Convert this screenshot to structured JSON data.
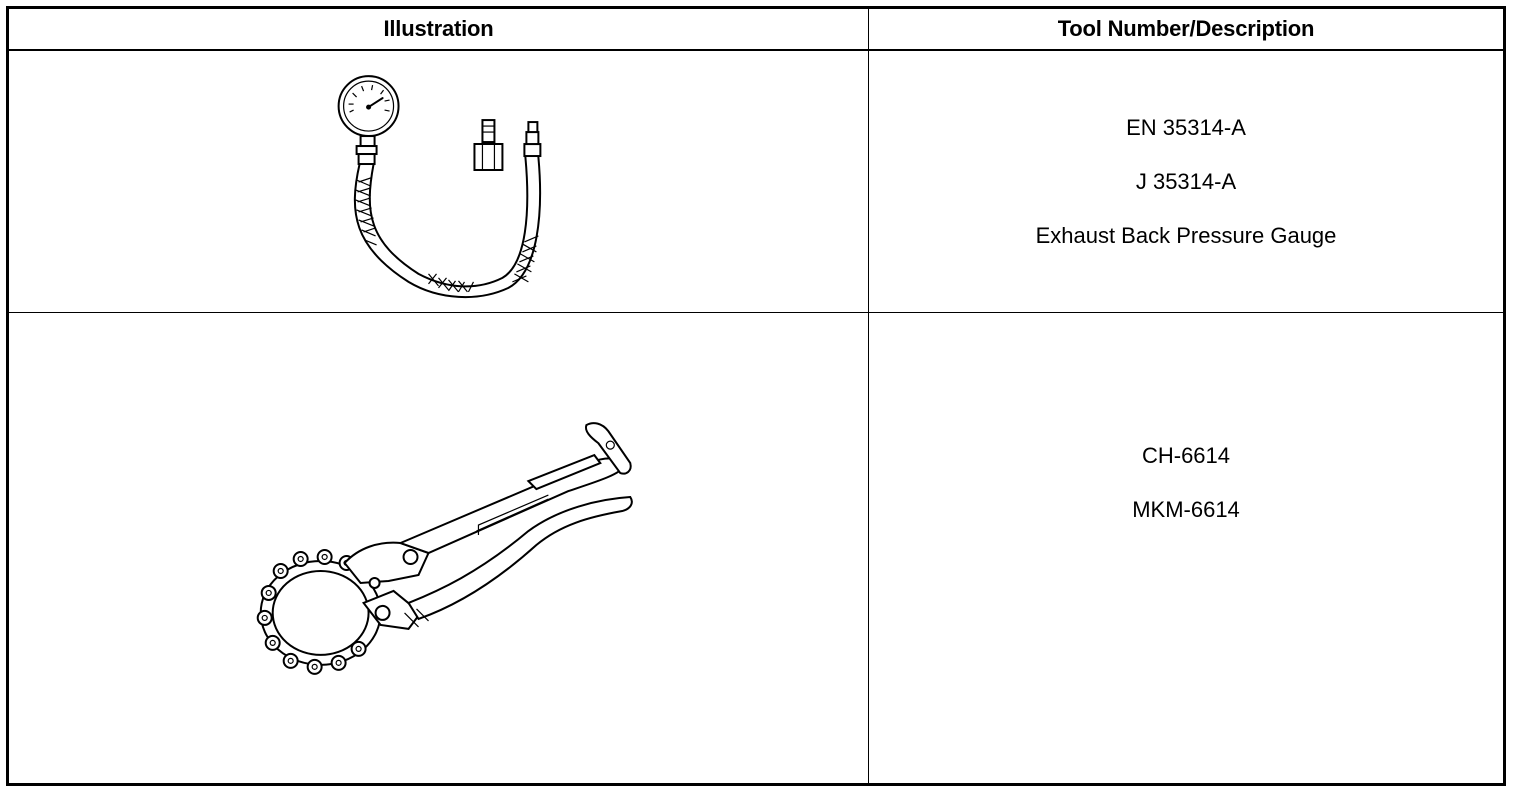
{
  "table": {
    "headers": {
      "illustration": "Illustration",
      "tool": "Tool Number/Description"
    },
    "rows": [
      {
        "illustration_icon": "exhaust-back-pressure-gauge-icon",
        "lines": [
          "EN 35314-A",
          "J 35314-A",
          "Exhaust Back Pressure Gauge"
        ]
      },
      {
        "illustration_icon": "chain-pipe-cutter-icon",
        "lines": [
          "CH-6614",
          "MKM-6614"
        ]
      }
    ]
  }
}
